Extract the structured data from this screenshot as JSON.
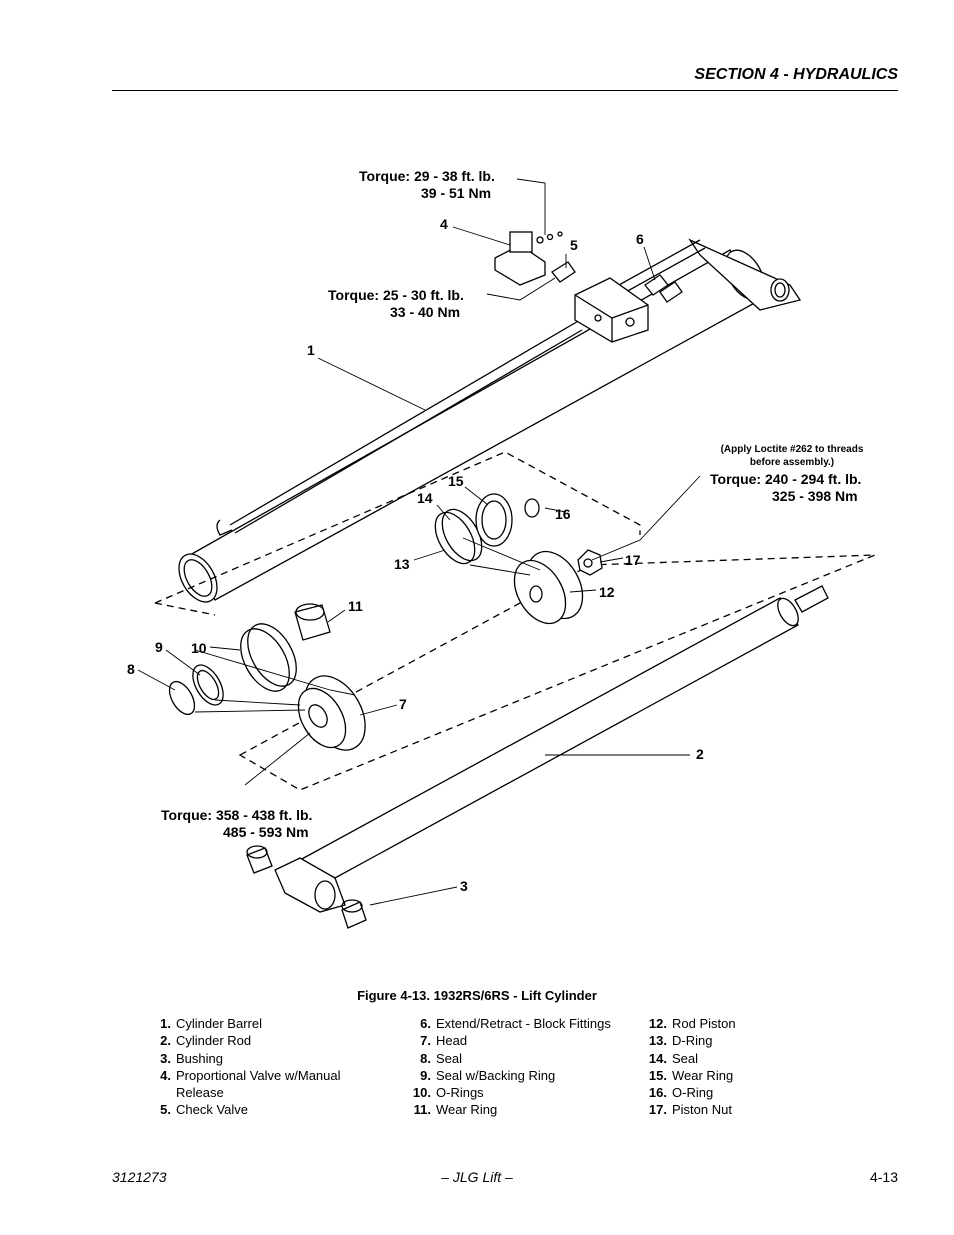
{
  "header": {
    "title": "SECTION 4 - HYDRAULICS"
  },
  "callouts": {
    "torque_valve": [
      "Torque: 29 - 38 ft. lb.",
      "39 - 51 Nm"
    ],
    "torque_check": [
      "Torque: 25 - 30 ft. lb.",
      "33 - 40 Nm"
    ],
    "loctite_note": [
      "(Apply Loctite #262 to threads",
      "before assembly.)"
    ],
    "torque_nut": [
      "Torque: 240 - 294 ft. lb.",
      "325 - 398 Nm"
    ],
    "torque_head": [
      "Torque: 358 - 438 ft. lb.",
      "485 - 593 Nm"
    ]
  },
  "item_numbers": [
    "1",
    "2",
    "3",
    "4",
    "5",
    "6",
    "7",
    "8",
    "9",
    "10",
    "11",
    "12",
    "13",
    "14",
    "15",
    "16",
    "17"
  ],
  "caption": "Figure 4-13.  1932RS/6RS - Lift Cylinder",
  "legend": [
    [
      {
        "num": "1.",
        "label": "Cylinder Barrel"
      },
      {
        "num": "2.",
        "label": "Cylinder Rod"
      },
      {
        "num": "3.",
        "label": "Bushing"
      },
      {
        "num": "4.",
        "label": "Proportional Valve w/Manual Release"
      },
      {
        "num": "5.",
        "label": "Check Valve"
      }
    ],
    [
      {
        "num": "6.",
        "label": "Extend/Retract - Block Fittings"
      },
      {
        "num": "7.",
        "label": "Head"
      },
      {
        "num": "8.",
        "label": "Seal"
      },
      {
        "num": "9.",
        "label": "Seal w/Backing Ring"
      },
      {
        "num": "10.",
        "label": "O-Rings"
      },
      {
        "num": "11.",
        "label": "Wear Ring"
      }
    ],
    [
      {
        "num": "12.",
        "label": "Rod Piston"
      },
      {
        "num": "13.",
        "label": "D-Ring"
      },
      {
        "num": "14.",
        "label": "Seal"
      },
      {
        "num": "15.",
        "label": "Wear Ring"
      },
      {
        "num": "16.",
        "label": "O-Ring"
      },
      {
        "num": "17.",
        "label": "Piston Nut"
      }
    ]
  ],
  "footer": {
    "doc_number": "3121273",
    "center": "– JLG Lift –",
    "page": "4-13"
  }
}
